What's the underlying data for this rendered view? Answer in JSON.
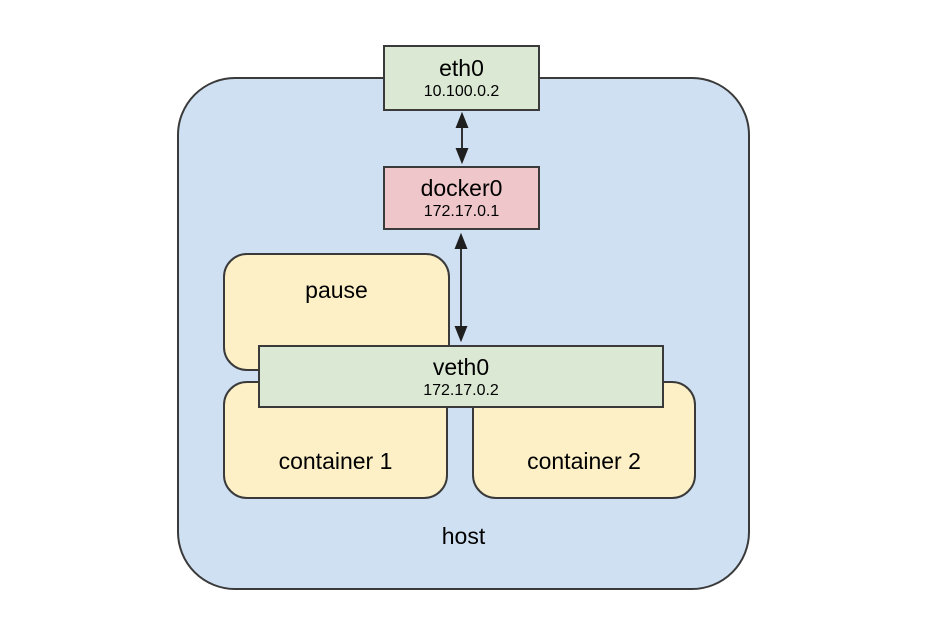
{
  "colors": {
    "host_fill": "#cfe0f2",
    "interface_fill": "#dbe8d3",
    "bridge_fill": "#efc7ca",
    "container_fill": "#fdf0c6",
    "border": "#3a3a3a",
    "arrow": "#1f1f1f",
    "text": "#000000"
  },
  "host": {
    "label": "host"
  },
  "nodes": {
    "eth0": {
      "label": "eth0",
      "ip": "10.100.0.2"
    },
    "docker0": {
      "label": "docker0",
      "ip": "172.17.0.1"
    },
    "pause": {
      "label": "pause"
    },
    "veth0": {
      "label": "veth0",
      "ip": "172.17.0.2"
    },
    "container1": {
      "label": "container 1"
    },
    "container2": {
      "label": "container 2"
    }
  }
}
